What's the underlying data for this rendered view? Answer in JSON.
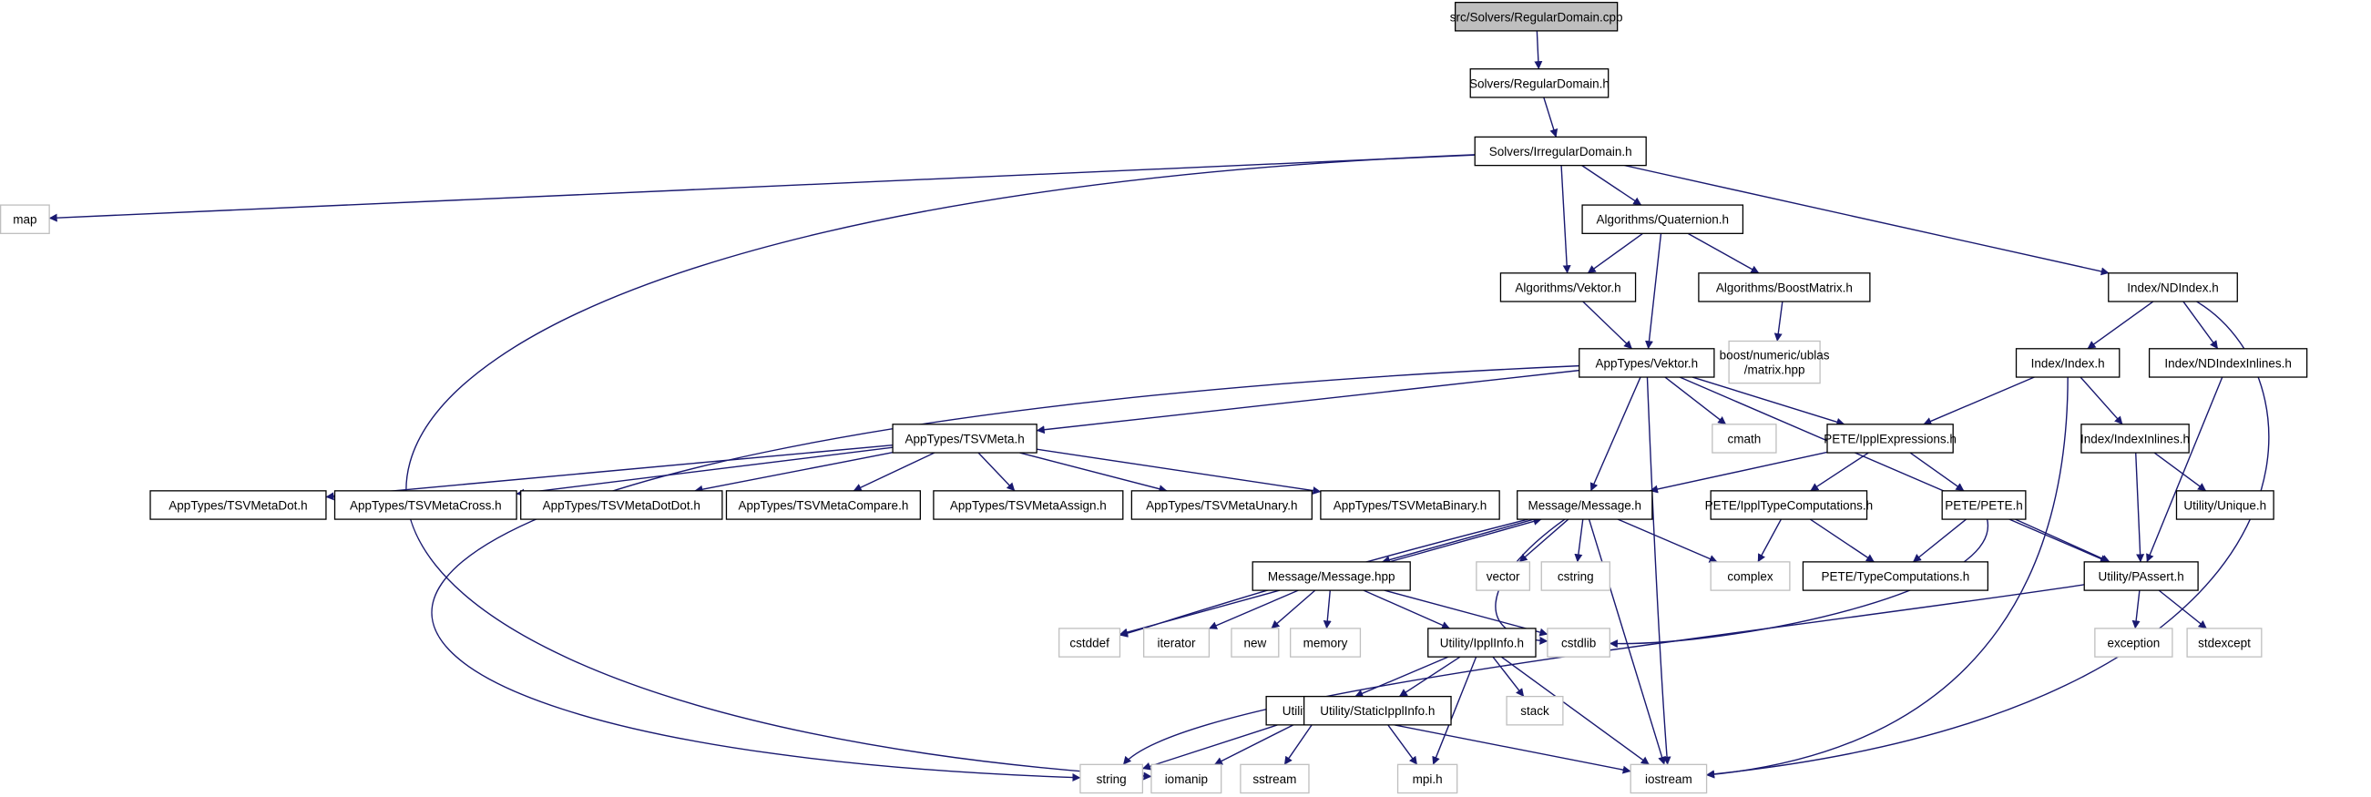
{
  "colors": {
    "edge": "#191970",
    "root_fill": "#bfbfbf",
    "node_border": "#000000",
    "system_border": "#bfbfbf",
    "text": "#000000"
  },
  "nodes": [
    {
      "id": "n0",
      "label": "src/Solvers/RegularDomain.cpp",
      "kind": "root"
    },
    {
      "id": "n1",
      "label": "Solvers/RegularDomain.h",
      "kind": "file"
    },
    {
      "id": "n2",
      "label": "Solvers/IrregularDomain.h",
      "kind": "file"
    },
    {
      "id": "n3",
      "label": "map",
      "kind": "system"
    },
    {
      "id": "n4",
      "label": "Algorithms/Quaternion.h",
      "kind": "file"
    },
    {
      "id": "n5",
      "label": "Algorithms/Vektor.h",
      "kind": "file"
    },
    {
      "id": "n6",
      "label": "Algorithms/BoostMatrix.h",
      "kind": "file"
    },
    {
      "id": "n7",
      "label": "boost/numeric/ublas\n/matrix.hpp",
      "kind": "system"
    },
    {
      "id": "n8",
      "label": "Index/NDIndex.h",
      "kind": "file"
    },
    {
      "id": "n9",
      "label": "AppTypes/Vektor.h",
      "kind": "file"
    },
    {
      "id": "n10",
      "label": "Index/Index.h",
      "kind": "file"
    },
    {
      "id": "n11",
      "label": "Index/NDIndexInlines.h",
      "kind": "file"
    },
    {
      "id": "n12",
      "label": "AppTypes/TSVMeta.h",
      "kind": "file"
    },
    {
      "id": "n13",
      "label": "cmath",
      "kind": "system"
    },
    {
      "id": "n14",
      "label": "PETE/IpplExpressions.h",
      "kind": "file"
    },
    {
      "id": "n15",
      "label": "Index/IndexInlines.h",
      "kind": "file"
    },
    {
      "id": "n16",
      "label": "AppTypes/TSVMetaDot.h",
      "kind": "file"
    },
    {
      "id": "n17",
      "label": "AppTypes/TSVMetaCross.h",
      "kind": "file"
    },
    {
      "id": "n18",
      "label": "AppTypes/TSVMetaDotDot.h",
      "kind": "file"
    },
    {
      "id": "n19",
      "label": "AppTypes/TSVMetaCompare.h",
      "kind": "file"
    },
    {
      "id": "n20",
      "label": "AppTypes/TSVMetaAssign.h",
      "kind": "file"
    },
    {
      "id": "n21",
      "label": "AppTypes/TSVMetaUnary.h",
      "kind": "file"
    },
    {
      "id": "n22",
      "label": "AppTypes/TSVMetaBinary.h",
      "kind": "file"
    },
    {
      "id": "n23",
      "label": "Message/Message.h",
      "kind": "file"
    },
    {
      "id": "n24",
      "label": "PETE/IpplTypeComputations.h",
      "kind": "file"
    },
    {
      "id": "n25",
      "label": "PETE/PETE.h",
      "kind": "file"
    },
    {
      "id": "n26",
      "label": "Utility/Unique.h",
      "kind": "file"
    },
    {
      "id": "n27",
      "label": "Message/Message.hpp",
      "kind": "file"
    },
    {
      "id": "n28",
      "label": "vector",
      "kind": "system"
    },
    {
      "id": "n29",
      "label": "cstring",
      "kind": "system"
    },
    {
      "id": "n30",
      "label": "complex",
      "kind": "system"
    },
    {
      "id": "n31",
      "label": "PETE/TypeComputations.h",
      "kind": "file"
    },
    {
      "id": "n32",
      "label": "Utility/PAssert.h",
      "kind": "file"
    },
    {
      "id": "n33",
      "label": "cstddef",
      "kind": "system"
    },
    {
      "id": "n34",
      "label": "iterator",
      "kind": "system"
    },
    {
      "id": "n35",
      "label": "new",
      "kind": "system"
    },
    {
      "id": "n36",
      "label": "memory",
      "kind": "system"
    },
    {
      "id": "n37",
      "label": "Utility/IpplInfo.h",
      "kind": "file"
    },
    {
      "id": "n38",
      "label": "cstdlib",
      "kind": "system"
    },
    {
      "id": "n39",
      "label": "exception",
      "kind": "system"
    },
    {
      "id": "n40",
      "label": "stdexcept",
      "kind": "system"
    },
    {
      "id": "n41",
      "label": "Utility/Inform.h",
      "kind": "file"
    },
    {
      "id": "n42",
      "label": "Utility/StaticIpplInfo.h",
      "kind": "file"
    },
    {
      "id": "n43",
      "label": "stack",
      "kind": "system"
    },
    {
      "id": "n44",
      "label": "string",
      "kind": "system"
    },
    {
      "id": "n45",
      "label": "iomanip",
      "kind": "system"
    },
    {
      "id": "n46",
      "label": "sstream",
      "kind": "system"
    },
    {
      "id": "n47",
      "label": "mpi.h",
      "kind": "system"
    },
    {
      "id": "n48",
      "label": "iostream",
      "kind": "system"
    }
  ],
  "edges": [
    [
      "n0",
      "n1"
    ],
    [
      "n1",
      "n2"
    ],
    [
      "n2",
      "n3"
    ],
    [
      "n2",
      "n4"
    ],
    [
      "n2",
      "n5"
    ],
    [
      "n2",
      "n8"
    ],
    [
      "n2",
      "n45"
    ],
    [
      "n4",
      "n5"
    ],
    [
      "n4",
      "n9"
    ],
    [
      "n4",
      "n6"
    ],
    [
      "n6",
      "n7"
    ],
    [
      "n5",
      "n9"
    ],
    [
      "n8",
      "n10"
    ],
    [
      "n8",
      "n11"
    ],
    [
      "n8",
      "n48"
    ],
    [
      "n9",
      "n12"
    ],
    [
      "n9",
      "n13"
    ],
    [
      "n9",
      "n14"
    ],
    [
      "n9",
      "n23"
    ],
    [
      "n9",
      "n32"
    ],
    [
      "n9",
      "n48"
    ],
    [
      "n9",
      "n44"
    ],
    [
      "n10",
      "n14"
    ],
    [
      "n10",
      "n15"
    ],
    [
      "n10",
      "n48"
    ],
    [
      "n11",
      "n32"
    ],
    [
      "n12",
      "n16"
    ],
    [
      "n12",
      "n17"
    ],
    [
      "n12",
      "n18"
    ],
    [
      "n12",
      "n19"
    ],
    [
      "n12",
      "n20"
    ],
    [
      "n12",
      "n21"
    ],
    [
      "n12",
      "n22"
    ],
    [
      "n14",
      "n23"
    ],
    [
      "n14",
      "n24"
    ],
    [
      "n14",
      "n25"
    ],
    [
      "n15",
      "n26"
    ],
    [
      "n15",
      "n32"
    ],
    [
      "n23",
      "n27"
    ],
    [
      "n23",
      "n28"
    ],
    [
      "n23",
      "n29"
    ],
    [
      "n23",
      "n30"
    ],
    [
      "n23",
      "n33"
    ],
    [
      "n23",
      "n38"
    ],
    [
      "n23",
      "n48"
    ],
    [
      "n24",
      "n30"
    ],
    [
      "n24",
      "n31"
    ],
    [
      "n25",
      "n31"
    ],
    [
      "n25",
      "n32"
    ],
    [
      "n25",
      "n38"
    ],
    [
      "n27",
      "n23"
    ],
    [
      "n27",
      "n33"
    ],
    [
      "n27",
      "n34"
    ],
    [
      "n27",
      "n35"
    ],
    [
      "n27",
      "n36"
    ],
    [
      "n27",
      "n37"
    ],
    [
      "n27",
      "n38"
    ],
    [
      "n32",
      "n39"
    ],
    [
      "n32",
      "n40"
    ],
    [
      "n32",
      "n44"
    ],
    [
      "n37",
      "n41"
    ],
    [
      "n37",
      "n42"
    ],
    [
      "n37",
      "n43"
    ],
    [
      "n37",
      "n47"
    ],
    [
      "n37",
      "n48"
    ],
    [
      "n41",
      "n44"
    ],
    [
      "n41",
      "n45"
    ],
    [
      "n41",
      "n46"
    ],
    [
      "n41",
      "n48"
    ],
    [
      "n42",
      "n47"
    ]
  ]
}
